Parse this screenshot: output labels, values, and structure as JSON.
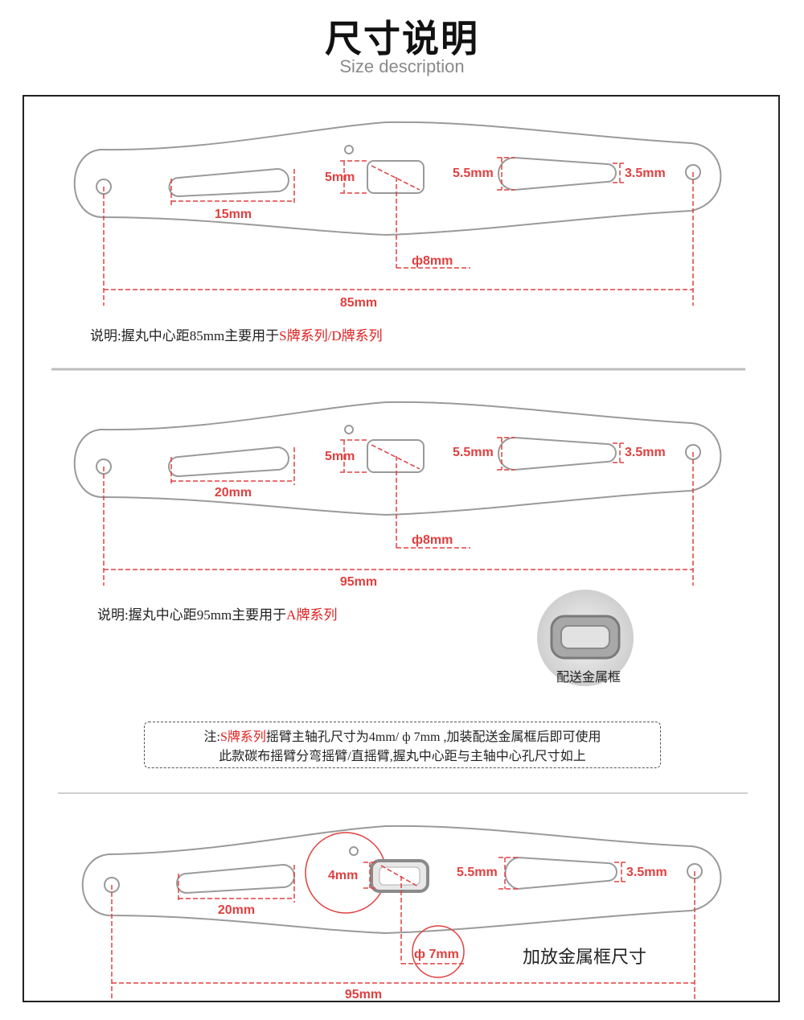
{
  "header": {
    "title": "尺寸说明",
    "subtitle": "Size description"
  },
  "diagram1": {
    "slot_length": "15mm",
    "center_hole_height": "5mm",
    "right_slot_height": "5.5mm",
    "right_slot_end": "3.5mm",
    "hole_diameter": "ф8mm",
    "center_distance": "85mm",
    "note_prefix": "说明:握丸中心距85mm主要用于",
    "note_highlight": "S牌系列/D牌系列"
  },
  "diagram2": {
    "slot_length": "20mm",
    "center_hole_height": "5mm",
    "right_slot_height": "5.5mm",
    "right_slot_end": "3.5mm",
    "hole_diameter": "ф8mm",
    "center_distance": "95mm",
    "note_prefix": "说明:握丸中心距95mm主要用于",
    "note_highlight": "A牌系列"
  },
  "metal_frame_caption": "配送金属框",
  "notice": {
    "prefix": "注:",
    "highlight": "S牌系列",
    "line1_rest": "摇臂主轴孔尺寸为4mm/ ф 7mm ,加装配送金属框后即可使用",
    "line2": "此款碳布摇臂分弯摇臂/直摇臂,握丸中心距与主轴中心孔尺寸如上"
  },
  "diagram3": {
    "slot_length": "20mm",
    "center_hole_height": "4mm",
    "right_slot_height": "5.5mm",
    "right_slot_end": "3.5mm",
    "hole_diameter": "ф 7mm",
    "center_distance": "95mm",
    "callout": "加放金属框尺寸"
  },
  "colors": {
    "dimension": "#e04040",
    "highlight": "#e02020",
    "outline": "#9a9a9a"
  }
}
